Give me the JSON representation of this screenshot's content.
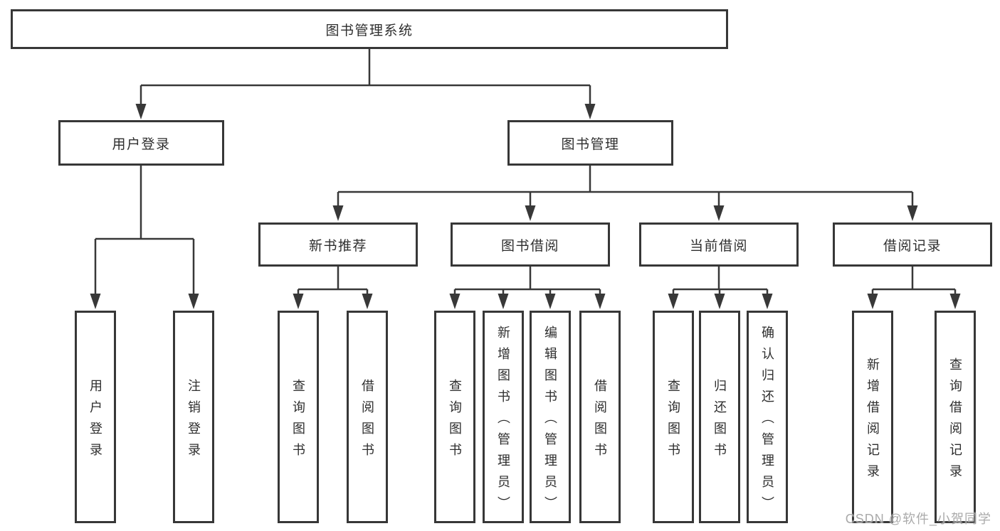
{
  "diagram_title": "图书管理系统",
  "colors": {
    "line": "#383838",
    "box_border": "#373737",
    "text": "#2e2e2e",
    "watermark": "#9b9b9b",
    "background": "#ffffff"
  },
  "tree": {
    "root": {
      "label": "图书管理系统",
      "children": [
        {
          "label": "用户登录",
          "children": [
            {
              "label": "用户登录"
            },
            {
              "label": "注销登录"
            }
          ]
        },
        {
          "label": "图书管理",
          "children": [
            {
              "label": "新书推荐",
              "children": [
                {
                  "label": "查询图书"
                },
                {
                  "label": "借阅图书"
                }
              ]
            },
            {
              "label": "图书借阅",
              "children": [
                {
                  "label": "查询图书"
                },
                {
                  "label": "新增图书（管理员）"
                },
                {
                  "label": "编辑图书（管理员）"
                },
                {
                  "label": "借阅图书"
                }
              ]
            },
            {
              "label": "当前借阅",
              "children": [
                {
                  "label": "查询图书"
                },
                {
                  "label": "归还图书"
                },
                {
                  "label": "确认归还（管理员）"
                }
              ]
            },
            {
              "label": "借阅记录",
              "children": [
                {
                  "label": "新增借阅记录"
                },
                {
                  "label": "查询借阅记录"
                }
              ]
            }
          ]
        }
      ]
    }
  },
  "watermark": {
    "text": "CSDN @软件_小贺同学"
  }
}
